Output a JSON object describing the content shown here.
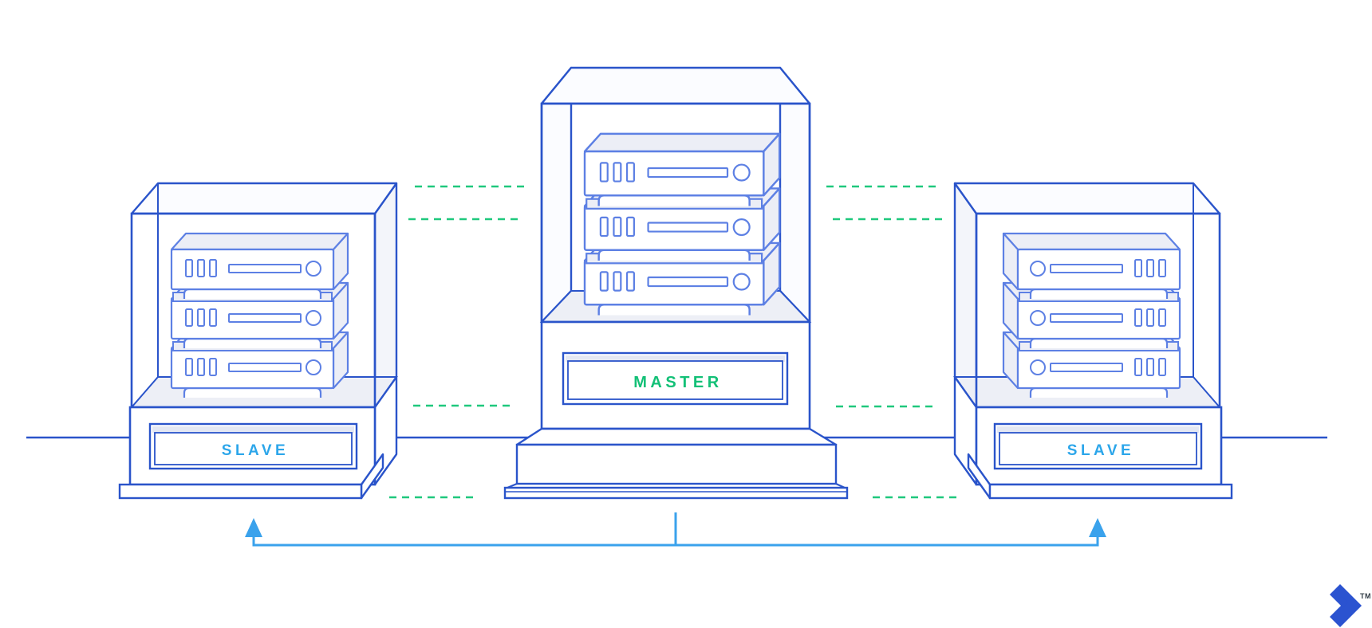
{
  "diagram": {
    "type": "isometric-architecture-diagram",
    "nodes": [
      {
        "id": "slave-left",
        "label": "SLAVE",
        "servers_visible": 3,
        "label_color": "#2ca6ea"
      },
      {
        "id": "master",
        "label": "MASTER",
        "servers_visible": 3,
        "label_color": "#13c077"
      },
      {
        "id": "slave-right",
        "label": "SLAVE",
        "servers_visible": 3,
        "label_color": "#2ca6ea"
      }
    ],
    "links": [
      {
        "from": "master",
        "to": "slave-left",
        "style": "dashed",
        "color": "#1fc87d"
      },
      {
        "from": "master",
        "to": "slave-right",
        "style": "dashed",
        "color": "#1fc87d"
      },
      {
        "from": "master",
        "to": "slave-left",
        "style": "solid-arrow-up",
        "color": "#3aa2ec"
      },
      {
        "from": "master",
        "to": "slave-right",
        "style": "solid-arrow-up",
        "color": "#3aa2ec"
      }
    ]
  },
  "branding": {
    "trademark": "TM",
    "logo": "toptal-mark",
    "logo_color": "#2b53d0"
  },
  "colors": {
    "structure_stroke": "#2a54ca",
    "server_stroke": "#5d80e4",
    "panel_fill": "#edeff6",
    "glass_side_fill": "#f3f5fa",
    "plaque_strip_fill": "#e3e7f3",
    "dashed_link_green": "#1fc87d",
    "connector_blue": "#3aa2ec",
    "master_label_green": "#13c077",
    "slave_label_cyan": "#2ca6ea",
    "logo_blue": "#2b53d0"
  }
}
